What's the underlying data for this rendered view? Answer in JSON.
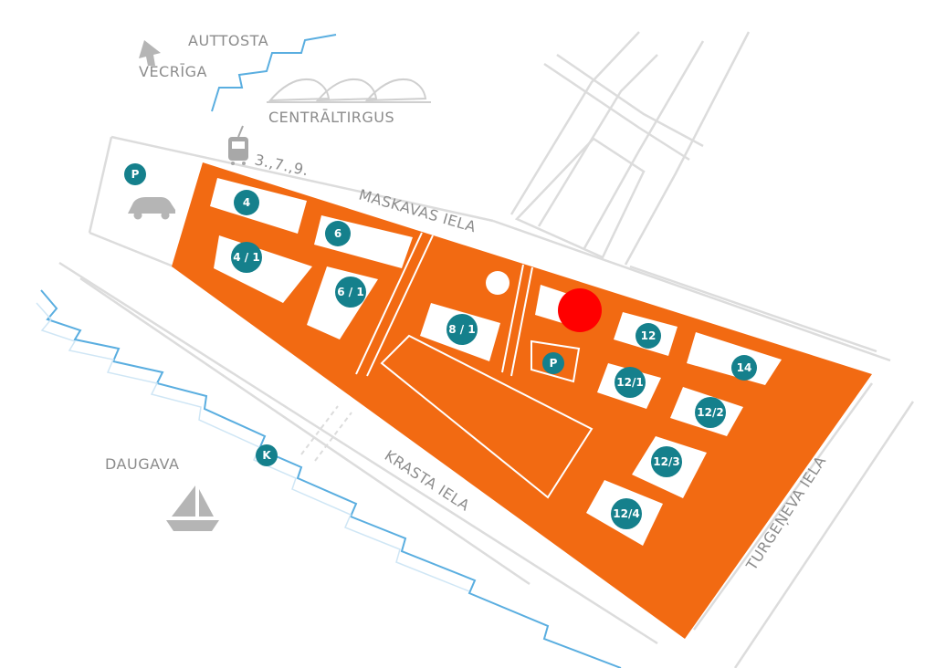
{
  "labels": {
    "auttosta": "AUTTOSTA",
    "vecriga": "VECRĪGA",
    "centraltirgus": "CENTRĀLTIRGUS",
    "tram_routes": "3.,7.,9.",
    "maskavas_iela": "MASKAVAS IELA",
    "krasta_iela": "KRASTA IELA",
    "turgeneva_iela": "TURGEŅEVA IELA",
    "daugava": "DAUGAVA"
  },
  "buildings": [
    {
      "id": "4",
      "label": "4"
    },
    {
      "id": "4-1",
      "label": "4 / 1"
    },
    {
      "id": "6",
      "label": "6"
    },
    {
      "id": "6-1",
      "label": "6 / 1"
    },
    {
      "id": "8-1",
      "label": "8 / 1"
    },
    {
      "id": "12",
      "label": "12"
    },
    {
      "id": "12-1",
      "label": "12/1"
    },
    {
      "id": "12-2",
      "label": "12/2"
    },
    {
      "id": "12-3",
      "label": "12/3"
    },
    {
      "id": "12-4",
      "label": "12/4"
    },
    {
      "id": "14",
      "label": "14"
    }
  ],
  "markers": {
    "parking_outside": "P",
    "parking_inside": "P",
    "pier": "K"
  },
  "colors": {
    "site": "#f26a12",
    "badge": "#15808c",
    "highlight": "#ff0000",
    "road": "#dcdcdc",
    "text": "#8c8c8c",
    "river": "#5aaee0"
  }
}
